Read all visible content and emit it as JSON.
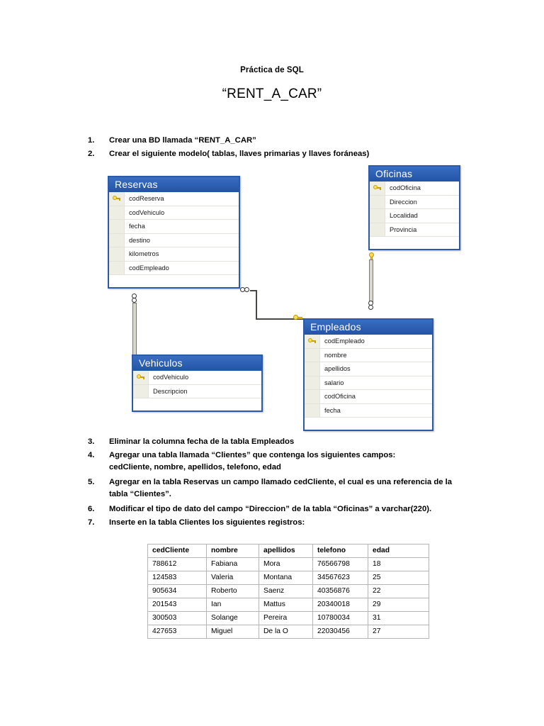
{
  "document": {
    "title": "Práctica de SQL",
    "subtitle": "“RENT_A_CAR”"
  },
  "instructions": [
    {
      "num": "1.",
      "line1": "Crear una BD llamada “RENT_A_CAR”",
      "line2": ""
    },
    {
      "num": "2.",
      "line1": "Crear el siguiente modelo( tablas, llaves primarias y llaves foráneas)",
      "line2": ""
    },
    {
      "num": "3.",
      "line1": "Eliminar la columna fecha de la tabla Empleados",
      "line2": ""
    },
    {
      "num": "4.",
      "line1": "Agregar una tabla llamada “Clientes” que contenga los siguientes campos:",
      "line2": "cedCliente, nombre, apellidos, telefono,  edad"
    },
    {
      "num": "5.",
      "line1": "Agregar en la tabla Reservas un campo llamado cedCliente, el cual es una referencia de la",
      "line2": "tabla “Clientes”."
    },
    {
      "num": "6.",
      "line1": "Modificar el tipo de dato del campo “Direccion” de la tabla “Oficinas” a varchar(220).",
      "line2": ""
    },
    {
      "num": "7.",
      "line1": "Inserte en la tabla Clientes los siguientes registros:",
      "line2": ""
    }
  ],
  "diagram": {
    "accent_header_color": "#2d5fb0",
    "border_color": "#2c5aa8",
    "tables": {
      "reservas": {
        "name": "Reservas",
        "fields": [
          {
            "label": "codReserva",
            "pk": true
          },
          {
            "label": "codVehiculo",
            "pk": false
          },
          {
            "label": "fecha",
            "pk": false
          },
          {
            "label": "destino",
            "pk": false
          },
          {
            "label": "kilometros",
            "pk": false
          },
          {
            "label": "codEmpleado",
            "pk": false
          }
        ]
      },
      "oficinas": {
        "name": "Oficinas",
        "fields": [
          {
            "label": "codOficina",
            "pk": true
          },
          {
            "label": "Direccion",
            "pk": false
          },
          {
            "label": "Localidad",
            "pk": false
          },
          {
            "label": "Provincia",
            "pk": false
          }
        ]
      },
      "vehiculos": {
        "name": "Vehiculos",
        "fields": [
          {
            "label": "codVehiculo",
            "pk": true
          },
          {
            "label": "Descripcion",
            "pk": false
          }
        ]
      },
      "empleados": {
        "name": "Empleados",
        "fields": [
          {
            "label": "codEmpleado",
            "pk": true
          },
          {
            "label": "nombre",
            "pk": false
          },
          {
            "label": "apellidos",
            "pk": false
          },
          {
            "label": "salario",
            "pk": false
          },
          {
            "label": "codOficina",
            "pk": false
          },
          {
            "label": "fecha",
            "pk": false
          }
        ]
      }
    },
    "relationships": [
      {
        "from": "Reservas",
        "to": "Vehiculos",
        "from_card": "many",
        "to_card": "one"
      },
      {
        "from": "Reservas",
        "to": "Empleados",
        "from_card": "many",
        "to_card": "one"
      },
      {
        "from": "Oficinas",
        "to": "Empleados",
        "from_card": "one",
        "to_card": "many"
      }
    ]
  },
  "clientes_table": {
    "headers": [
      "cedCliente",
      "nombre",
      "apellidos",
      "telefono",
      "edad"
    ],
    "rows": [
      [
        "788612",
        "Fabiana",
        "Mora",
        "76566798",
        "18"
      ],
      [
        "124583",
        "Valeria",
        "Montana",
        "34567623",
        "25"
      ],
      [
        "905634",
        "Roberto",
        "Saenz",
        "40356876",
        "22"
      ],
      [
        "201543",
        "Ian",
        "Mattus",
        "20340018",
        "29"
      ],
      [
        "300503",
        "Solange",
        "Pereira",
        "10780034",
        "31"
      ],
      [
        "427653",
        "Miguel",
        "De la O",
        "22030456",
        "27"
      ]
    ]
  }
}
